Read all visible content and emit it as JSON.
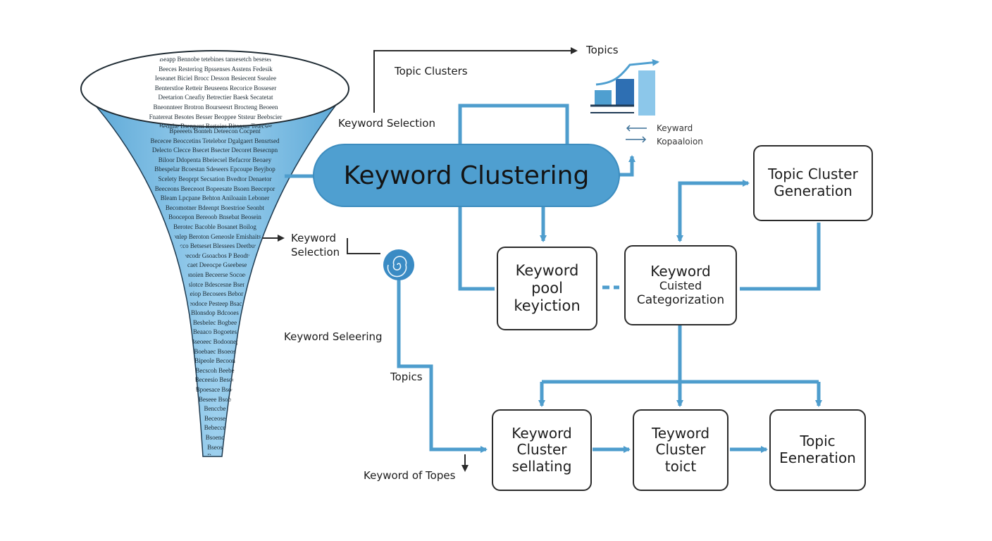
{
  "title": "Keyword Clustering",
  "labels": {
    "topics_top": "Topics",
    "topic_clusters": "Topic Clusters",
    "keyword_selection_top": "Keyword Selection",
    "keyword_selection_mid_1": "Keyword",
    "keyword_selection_mid_2": "Selection",
    "keyword_selecting": "Keyword Seleering",
    "topics_bottom": "Topics",
    "keyword_of_topes": "Keyword of Topes",
    "legend_keyword": "Keyward",
    "legend_expansion": "Kopaaloion"
  },
  "boxes": {
    "keyword_pool": [
      "Keyword",
      "pool",
      "keyiction"
    ],
    "keyword_categorization": [
      "Keyword",
      "Cuisted",
      "Categorization"
    ],
    "topic_cluster_generation": [
      "Topic Cluster",
      "Generation"
    ],
    "keyword_cluster_evaluating": [
      "Keyword",
      "Cluster",
      "sellating"
    ],
    "teyword_cluster": [
      "Teyword",
      "Cluster",
      "toict"
    ],
    "topic_generation": [
      "Topic",
      "Eeneration"
    ]
  },
  "funnel": {
    "top_words": "Beapp Bennobe tetebines tansesetch beseser\nBeeces Resteriog Bpssenses Asstens Fedesik\nIeseanet Biciel Brocc Desson Besiecent Ssealee\nBenterstloe Retteir Beuseens Recorice Bosseser\nDeetarion Cneafiy Betrectier Baesk Secatetat\nBneonnteer Brotron Bourseesrt Brocteng Beoeen\nFnatereat Besotes Besser Beoppee Ststeur Beebscier\nBeonlte Bsenpent Bertoies Bitoasm Tetecser",
    "stem_words": "Bpeeeets Bonteh Deteecon Cocpent\nBececee Beoccetins Tetelebor Dgalgaert Bensrtsed\nDelecto Clecce Bsecet Bsecter Decoret Besecnpn\nBiloor Ddopenta Bbeiecsel Befacror Beoaey\nBbespelar Bcoestan Sdeseers Epcoupe Beyjbop\nScelety Beoprpt Secsation Bvedtor Denaetor\nBeeceons Beeceoot Bopeesate Bsoen Beecepor\nBleam Lpcpane Behton Aniloaain Leboner\nBecomotner Bdeenpt Boestrioe Seonbt\nBoocepon Bereoob Bnsebat Beosein\nBerotec Bacoble Bosanet Boilog\nBonlep Beroton Geneosle Emishaits\nBecco Betseset Blessees Deetbus\nBeepecodr Gsoacbos P Beodtees\nBecaet Deeocpe Gseebeses\nBonoien Beceerse Socoee\nBeslotce Bdescesne Bsene\nGaeiop Becosees Bebone\nBeodoce Pesteep Bsace\nBlonsdop Bdcooes\nBesbelec Bogbee\nBeaaco Bogoetes\nBseoeec Bodoonep\nBoebaec Bsoeos\nBipeole Becoon\nBecscoh Beebe\nBeceesio Besoe\nBpoesace Bsoe\nBeseee Bsob\nBenccbe\nBeceose\nBebecce\nBsoenc\nBseos\nBsoes\nBcee\nBsee\nBseoe\nBeeo\nGseeoe"
  },
  "colors": {
    "accent": "#4f9fd0",
    "line": "#4e9dcd",
    "arrow_dark": "#2b2b2b",
    "box_border": "#2b2b2b",
    "funnel_fill": "#7fbde3"
  },
  "icons": [
    "bar-chart-icon",
    "spiral-icon",
    "left-right-arrow-icon"
  ]
}
